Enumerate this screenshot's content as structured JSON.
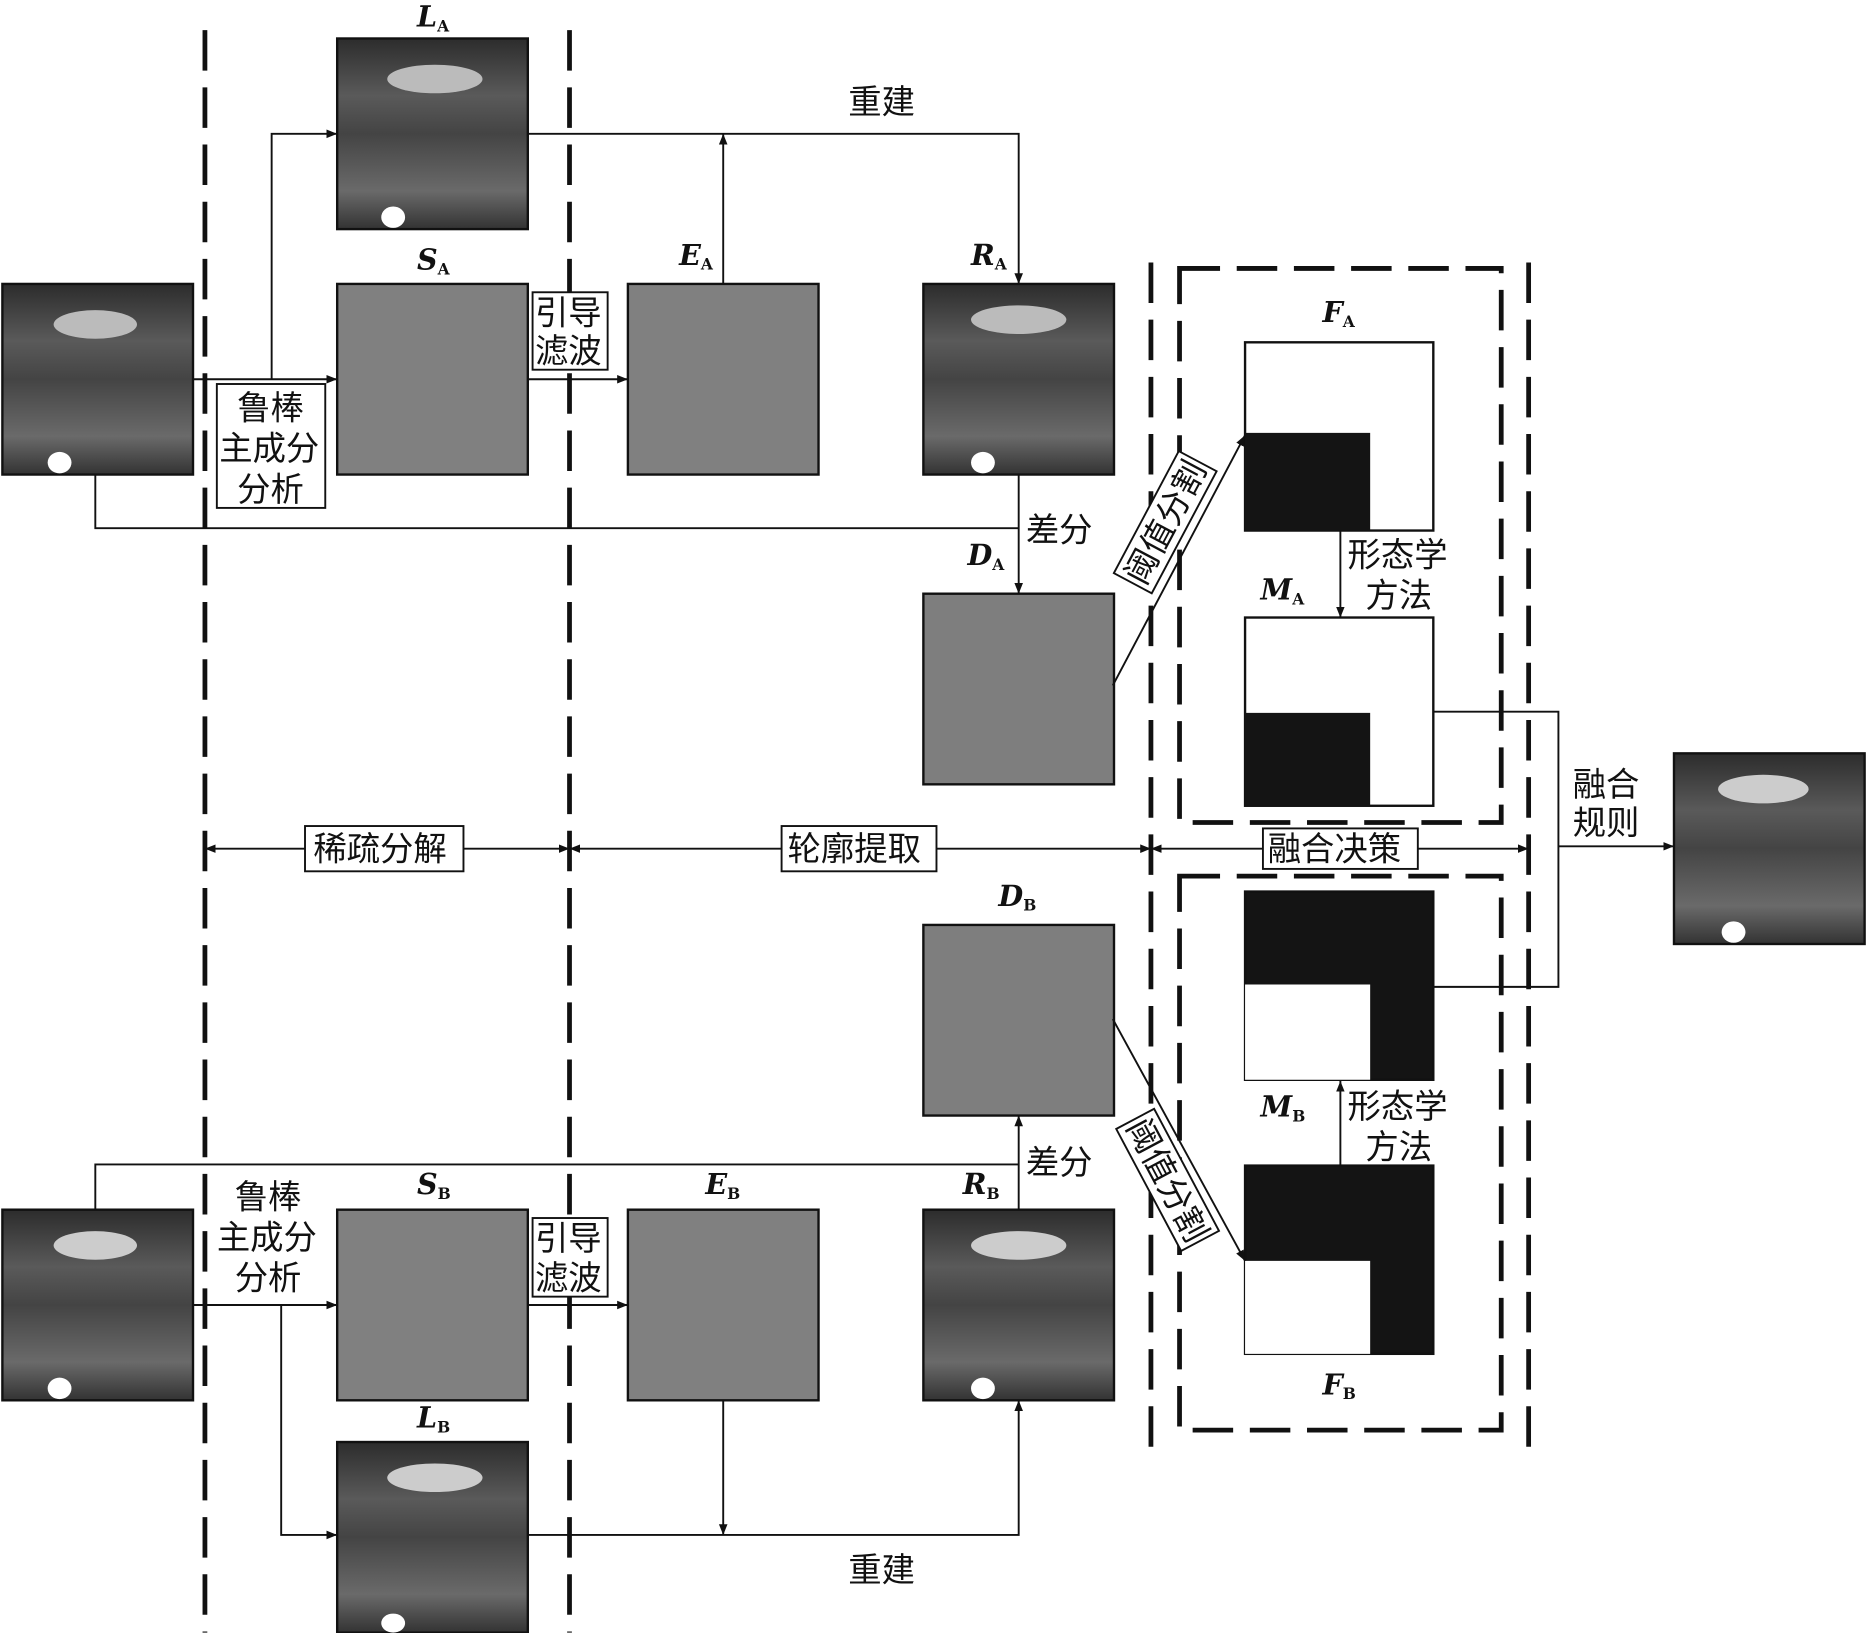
{
  "labels": {
    "LA": {
      "main": "L",
      "sub": "A"
    },
    "SA": {
      "main": "S",
      "sub": "A"
    },
    "EA": {
      "main": "E",
      "sub": "A"
    },
    "RA": {
      "main": "R",
      "sub": "A"
    },
    "DA": {
      "main": "D",
      "sub": "A"
    },
    "FA": {
      "main": "F",
      "sub": "A"
    },
    "MA": {
      "main": "M",
      "sub": "A"
    },
    "DB": {
      "main": "D",
      "sub": "B"
    },
    "SB": {
      "main": "S",
      "sub": "B"
    },
    "EB": {
      "main": "E",
      "sub": "B"
    },
    "RB": {
      "main": "R",
      "sub": "B"
    },
    "LB": {
      "main": "L",
      "sub": "B"
    },
    "MB": {
      "main": "M",
      "sub": "B"
    },
    "FB": {
      "main": "F",
      "sub": "B"
    }
  },
  "text": {
    "rebuild": "重建",
    "guided_1": "引导",
    "guided_2": "滤波",
    "rpca_1": "鲁棒",
    "rpca_2": "主成分",
    "rpca_3": "分析",
    "diff": "差分",
    "threshold": "阈值分割",
    "morph_1": "形态学",
    "morph_2": "方法",
    "fusion_rule_1": "融合",
    "fusion_rule_2": "规则",
    "stage_sparse": "稀疏分解",
    "stage_contour": "轮廓提取",
    "stage_fusion": "融合决策"
  },
  "colors": {
    "photo": "#3a3a3a",
    "residual": "#808080",
    "mask_black": "#141414",
    "mask_white": "#ffffff"
  }
}
